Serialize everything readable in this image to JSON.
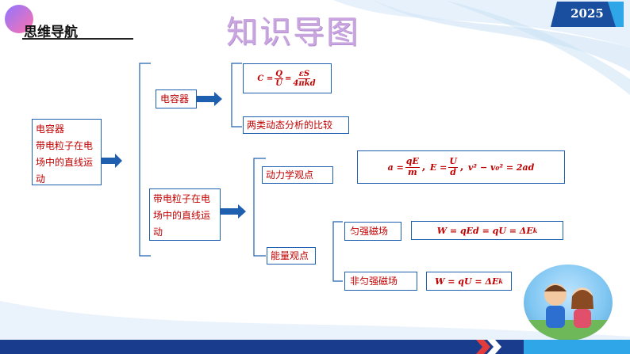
{
  "header": {
    "nav_title": "思维导航",
    "main_title": "知识导图",
    "year": "2025"
  },
  "nodes": {
    "root": {
      "lines": [
        "电容器",
        "带电粒子在电",
        "场中的直线运",
        "动"
      ]
    },
    "capacitor": {
      "label": "电容器"
    },
    "dynamic_compare": {
      "label": "两类动态分析的比较"
    },
    "charged_particle": {
      "lines": [
        "带电粒子在电",
        "场中的直线运",
        "动"
      ]
    },
    "dynamics_view": {
      "label": "动力学观点"
    },
    "energy_view": {
      "label": "能量观点"
    },
    "uniform_field": {
      "label": "匀强磁场"
    },
    "nonuniform_field": {
      "label": "非匀强磁场"
    }
  },
  "formulas": {
    "capacitance": "C = Q/U = εS/(4πkd)",
    "dynamics": "a = qE/m, E = U/d, v² − v₀² = 2ad",
    "uniform_work": "W = qEd = qU = ΔE_k",
    "nonuniform_work": "W = qU = ΔE_k"
  },
  "colors": {
    "node_text": "#c00000",
    "node_border": "#1f5fb0",
    "connector": "#1f5fb0",
    "title": "#c9a6e0",
    "bottom_bar": "#1a3c8c"
  }
}
